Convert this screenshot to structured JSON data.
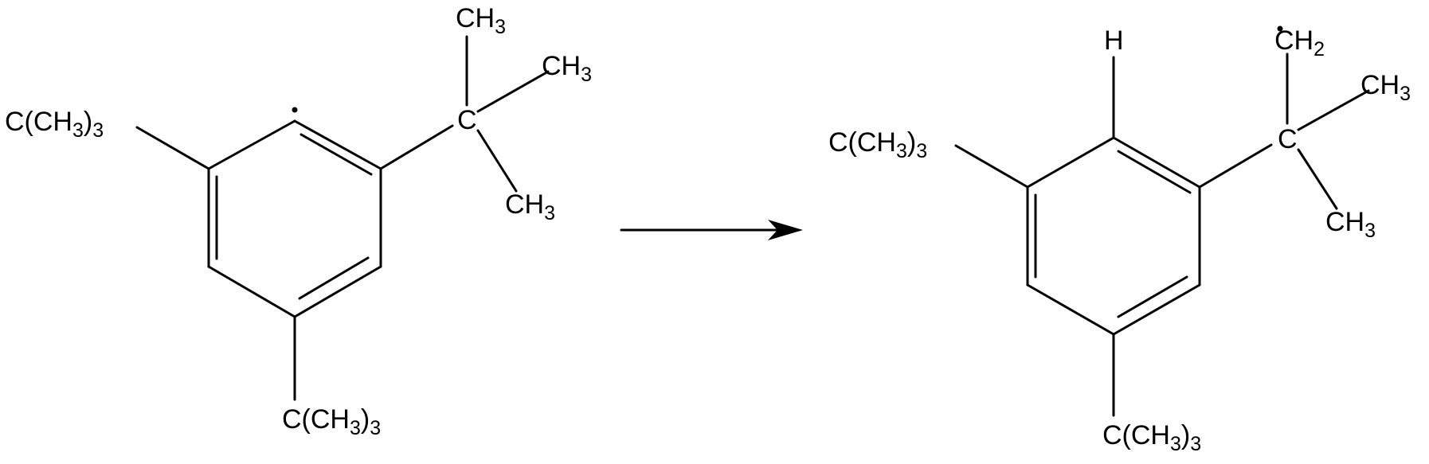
{
  "reactant": {
    "groups": {
      "left_tbutyl": {
        "main": "C(CH",
        "sub1": "3",
        "mid": ")",
        "sub2": "3"
      },
      "bottom_tbutyl": {
        "main": "C(CH",
        "sub1": "3",
        "mid": ")",
        "sub2": "3"
      },
      "quaternary_carbon": "C",
      "methyl_top": {
        "main": "CH",
        "sub": "3"
      },
      "methyl_right": {
        "main": "CH",
        "sub": "3"
      },
      "methyl_bottom": {
        "main": "CH",
        "sub": "3"
      }
    },
    "radical_site": "ring carbon (carbene/radical dot)"
  },
  "arrow": {
    "direction": "right"
  },
  "product": {
    "groups": {
      "left_tbutyl": {
        "main": "C(CH",
        "sub1": "3",
        "mid": ")",
        "sub2": "3"
      },
      "bottom_tbutyl": {
        "main": "C(CH",
        "sub1": "3",
        "mid": ")",
        "sub2": "3"
      },
      "hydrogen": "H",
      "quaternary_carbon": "C",
      "methylene_radical": {
        "main": "CH",
        "sub": "2"
      },
      "methyl_right": {
        "main": "CH",
        "sub": "3"
      },
      "methyl_bottom": {
        "main": "CH",
        "sub": "3"
      }
    },
    "radical_site": "CH2 (methylene radical dot)"
  }
}
